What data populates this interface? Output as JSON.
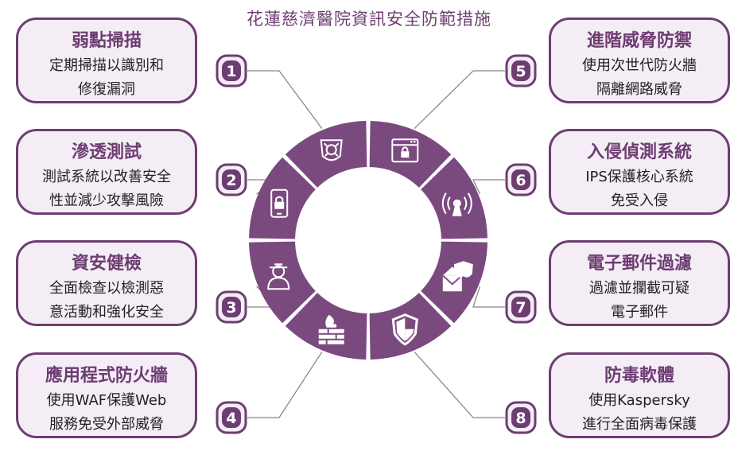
{
  "title": "花蓮慈濟醫院資訊安全防範措施",
  "colors": {
    "primary": "#6d3d72",
    "ring": "#7a4a7f",
    "card_bg": "#f4edf6",
    "title": "#6d3d72",
    "text": "#222222"
  },
  "measures": [
    {
      "number": "1",
      "title": "弱點掃描",
      "lines": [
        "定期掃描以識別和",
        "修復漏洞"
      ],
      "icon": "bug-shield-icon"
    },
    {
      "number": "2",
      "title": "滲透測試",
      "lines": [
        "測試系統以改善安全",
        "性並減少攻擊風險"
      ],
      "icon": "locked-phone-icon"
    },
    {
      "number": "3",
      "title": "資安健檢",
      "lines": [
        "全面檢查以檢測惡",
        "意活動和強化安全"
      ],
      "icon": "user-check-icon"
    },
    {
      "number": "4",
      "title": "應用程式防火牆",
      "lines": [
        "使用WAF保護Web",
        "服務免受外部威脅"
      ],
      "icon": "firewall-icon"
    },
    {
      "number": "5",
      "title": "進階威脅防禦",
      "lines": [
        "使用次世代防火牆",
        "隔離網路威脅"
      ],
      "icon": "locked-browser-icon"
    },
    {
      "number": "6",
      "title": "入侵偵測系統",
      "lines": [
        "IPS保護核心系統",
        "免受入侵"
      ],
      "icon": "alarm-signal-icon"
    },
    {
      "number": "7",
      "title": "電子郵件過濾",
      "lines": [
        "過濾並攔截可疑",
        "電子郵件"
      ],
      "icon": "mail-shield-icon"
    },
    {
      "number": "8",
      "title": "防毒軟體",
      "lines": [
        "使用Kaspersky",
        "進行全面病毒保護"
      ],
      "icon": "shield-icon"
    }
  ]
}
